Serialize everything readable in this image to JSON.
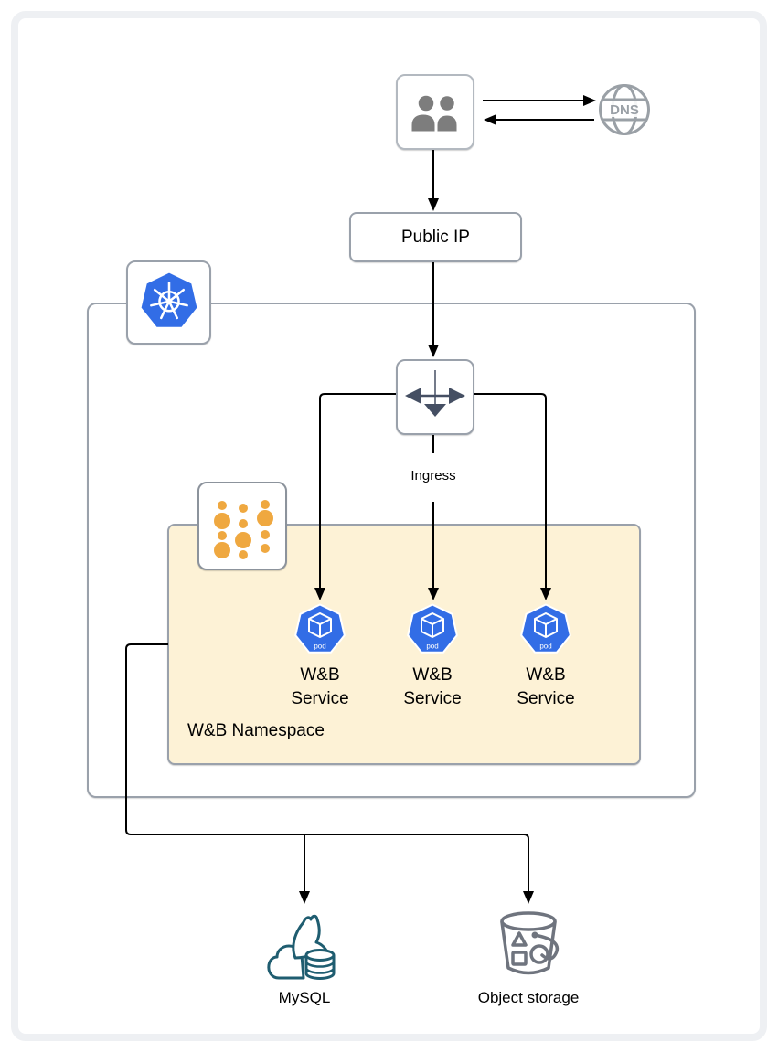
{
  "diagram": {
    "top": {
      "dns_label": "DNS"
    },
    "public_ip": {
      "label": "Public IP"
    },
    "ingress": {
      "label": "Ingress"
    },
    "namespace": {
      "label": "W&B Namespace"
    },
    "services": [
      {
        "label": "W&B Service",
        "badge": "pod"
      },
      {
        "label": "W&B Service",
        "badge": "pod"
      },
      {
        "label": "W&B Service",
        "badge": "pod"
      }
    ],
    "datastores": {
      "mysql_label": "MySQL",
      "object_storage_label": "Object storage"
    },
    "icons": {
      "users": "users-icon",
      "dns": "dns-globe-icon",
      "kubernetes": "kubernetes-helm-icon",
      "ingress": "ingress-arrows-icon",
      "namespace": "namespace-dots-icon",
      "pod": "pod-icon",
      "mysql": "mysql-dolphin-icon",
      "object_storage": "bucket-icon"
    },
    "colors": {
      "kubernetes_blue": "#326de6",
      "namespace_fill": "#fdf2d6",
      "namespace_dot_orange": "#efa840",
      "box_border_gray": "#9aa1ab",
      "arrow_black": "#000000",
      "ingress_arrow_gray": "#454f63",
      "users_gray": "#7d7d7d",
      "dns_gray": "#9aa0a6",
      "mysql_teal": "#1f5d70",
      "storage_gray": "#6f747e"
    }
  }
}
